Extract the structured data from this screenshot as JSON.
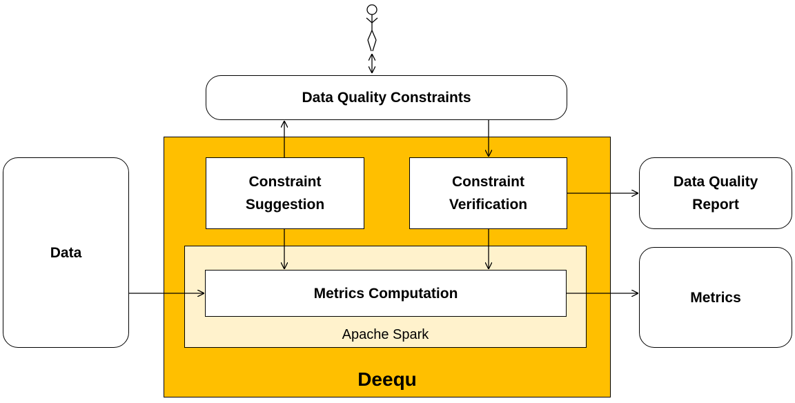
{
  "diagram": {
    "title": "Deequ",
    "nodes": {
      "user": {
        "icon": "stick-figure-icon"
      },
      "data_quality_constraints": {
        "label": "Data Quality Constraints"
      },
      "data": {
        "label": "Data"
      },
      "constraint_suggestion": {
        "label": "Constraint\nSuggestion"
      },
      "constraint_verification": {
        "label": "Constraint\nVerification"
      },
      "metrics_computation": {
        "label": "Metrics Computation"
      },
      "apache_spark": {
        "label": "Apache Spark"
      },
      "data_quality_report": {
        "label": "Data Quality\nReport"
      },
      "metrics": {
        "label": "Metrics"
      }
    },
    "edges": [
      {
        "from": "user",
        "to": "data_quality_constraints",
        "bidirectional": true
      },
      {
        "from": "constraint_suggestion",
        "to": "data_quality_constraints"
      },
      {
        "from": "data_quality_constraints",
        "to": "constraint_verification"
      },
      {
        "from": "constraint_suggestion",
        "to": "metrics_computation"
      },
      {
        "from": "constraint_verification",
        "to": "metrics_computation"
      },
      {
        "from": "data",
        "to": "metrics_computation"
      },
      {
        "from": "constraint_verification",
        "to": "data_quality_report"
      },
      {
        "from": "metrics_computation",
        "to": "metrics"
      }
    ],
    "colors": {
      "deequ_fill": "#FFBF00",
      "spark_fill": "#FFF2CC",
      "box_fill": "#FFFFFF",
      "stroke": "#000000"
    }
  }
}
